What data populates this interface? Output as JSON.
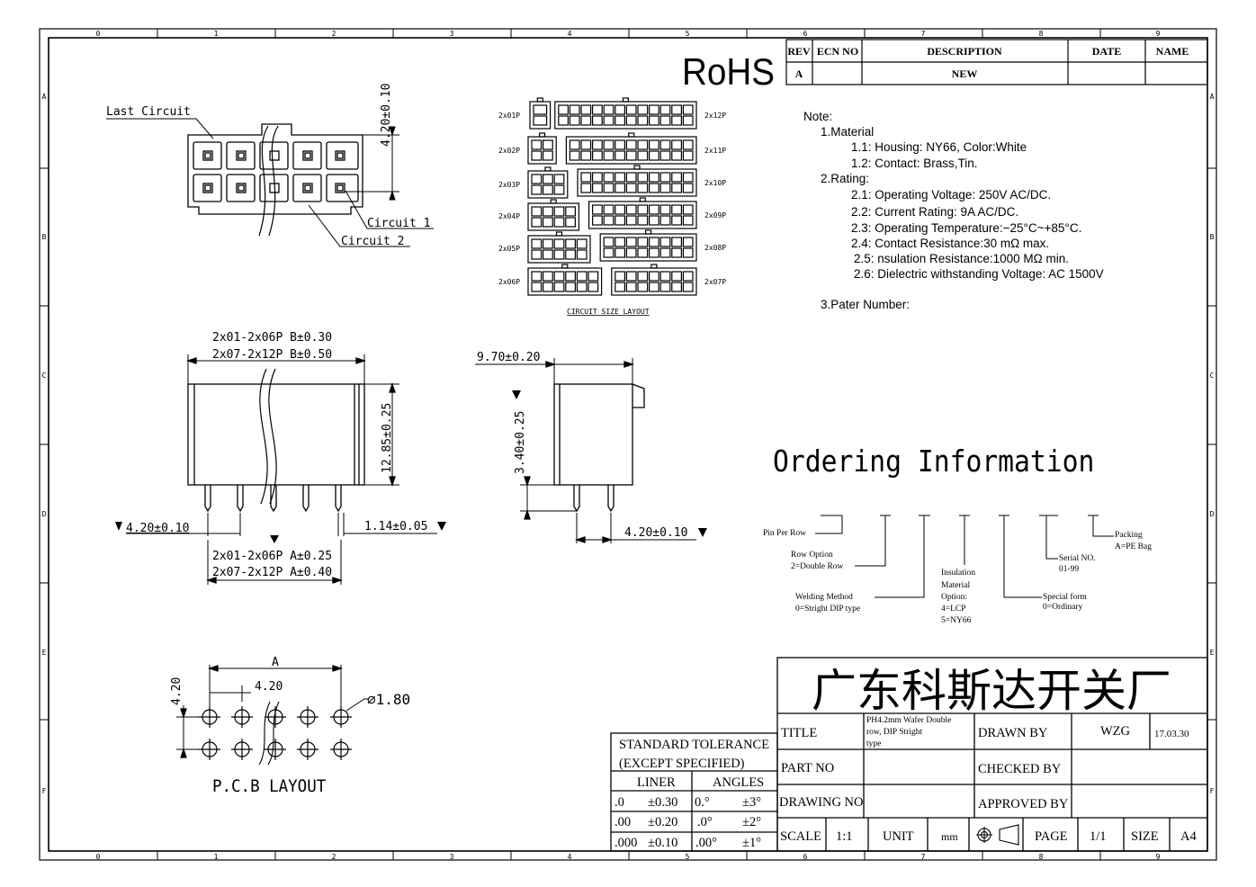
{
  "frame": {
    "col_labels": [
      "0",
      "1",
      "2",
      "3",
      "4",
      "5",
      "6",
      "7",
      "8",
      "9"
    ],
    "row_labels": [
      "A",
      "B",
      "C",
      "D",
      "E",
      "F"
    ]
  },
  "rohs": "RoHS",
  "revision": {
    "headers": [
      "REV",
      "ECN NO",
      "DESCRIPTION",
      "DATE",
      "NAME"
    ],
    "row": [
      "A",
      "",
      "NEW",
      "",
      ""
    ]
  },
  "notes": {
    "heading": "Note:",
    "lines": [
      "1.Material",
      "1.1:  Housing:  NY66,  Color:White",
      "1.2:  Contact:  Brass,Tin.",
      "2.Rating:",
      "2.1:  Operating  Voltage:  250V  AC/DC.",
      "2.2:  Current  Rating:  9A  AC/DC.",
      "2.3:  Operating  Temperature:−25°C~+85°C.",
      "2.4:  Contact  Resistance:30  mΩ  max.",
      "2.5:  nsulation  Resistance:1000  MΩ  min.",
      "2.6:  Dielectric  withstanding  Voltage:  AC  1500V",
      "3.Pater  Number:"
    ]
  },
  "top_view": {
    "last_circuit": "Last Circuit",
    "circuit1": "Circuit 1",
    "circuit2": "Circuit 2",
    "height_dim": "4.20±0.10"
  },
  "circuit_layout": {
    "title": "CIRCUIT SIZE LAYOUT",
    "left": [
      "2x01P",
      "2x02P",
      "2x03P",
      "2x04P",
      "2x05P",
      "2x06P"
    ],
    "right": [
      "2x12P",
      "2x11P",
      "2x10P",
      "2x09P",
      "2x08P",
      "2x07P"
    ]
  },
  "front_view": {
    "dim_b1": "2x01-2x06P B±0.30",
    "dim_b2": "2x07-2x12P B±0.50",
    "dim_h": "12.85±0.25",
    "pitch": "4.20±0.10",
    "pin": "1.14±0.05",
    "dim_a1": "2x01-2x06P A±0.25",
    "dim_a2": "2x07-2x12P A±0.40"
  },
  "side_view": {
    "depth": "9.70±0.20",
    "pin_len": "3.40±0.25",
    "pitch": "4.20±0.10"
  },
  "ordering": {
    "title": "Ordering  Information",
    "pin_per_row": "Pin Per Row",
    "row_option": [
      "Row Option",
      "2=Double Row"
    ],
    "welding": [
      "Welding Method",
      "0=Stright DIP type"
    ],
    "insulation": [
      "Insulation",
      "Material",
      "Option:",
      "4=LCP",
      "5=NY66"
    ],
    "special": [
      "Special form",
      "0=Ordinary"
    ],
    "serial": [
      "Serial NO.",
      "01-99"
    ],
    "packing": [
      "Packing",
      "A=PE Bag"
    ]
  },
  "pcb": {
    "a": "A",
    "pitch_h": "4.20",
    "pitch_v": "4.20",
    "hole": "⌀1.80",
    "title": "P.C.B  LAYOUT"
  },
  "tolerance": {
    "header1": "STANDARD TOLERANCE",
    "header2": "(EXCEPT  SPECIFIED)",
    "liner": "LINER",
    "angles": "ANGLES",
    "rows": [
      [
        ".0",
        "±0.30",
        "0.°",
        "±3°"
      ],
      [
        ".00",
        "±0.20",
        ".0°",
        "±2°"
      ],
      [
        ".000",
        "±0.10",
        ".00°",
        "±1°"
      ]
    ]
  },
  "title_block": {
    "company": "广东科斯达开关厂",
    "title_label": "TITLE",
    "title_value": [
      "PH4.2mm Wafer Double",
      "row,  DIP Stright",
      "type"
    ],
    "drawn_by_label": "DRAWN BY",
    "drawn_by": "WZG",
    "date": "17.03.30",
    "part_no_label": "PART NO",
    "checked_by_label": "CHECKED BY",
    "drawing_no_label": "DRAWING NO",
    "approved_by_label": "APPROVED BY",
    "scale_label": "SCALE",
    "scale": "1:1",
    "unit_label": "UNIT",
    "unit": "mm",
    "page_label": "PAGE",
    "page": "1/1",
    "size_label": "SIZE",
    "size": "A4"
  }
}
